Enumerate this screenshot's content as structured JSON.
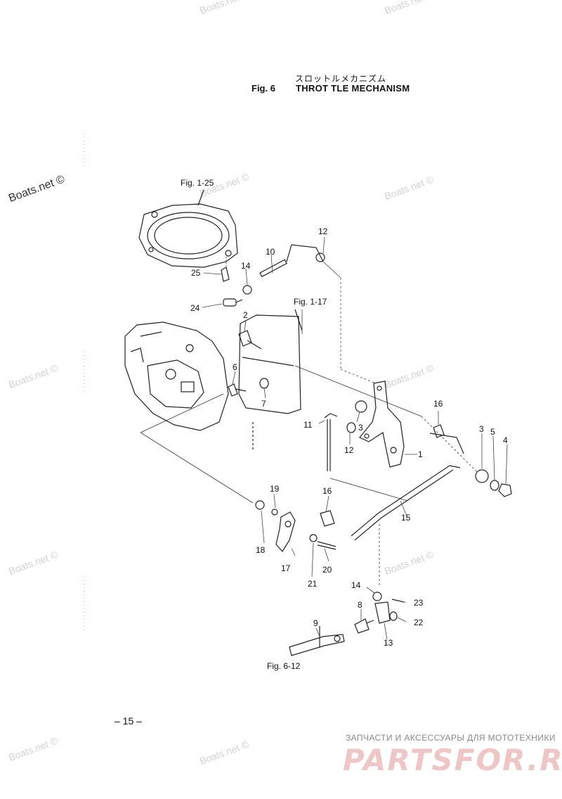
{
  "header": {
    "title_jp": "スロットルメカニズム",
    "fig_label": "Fig. 6",
    "title": "THROT TLE MECHANISM"
  },
  "diagram": {
    "callouts": [
      "1",
      "2",
      "3",
      "3",
      "4",
      "5",
      "6",
      "7",
      "8",
      "9",
      "10",
      "11",
      "12",
      "12",
      "13",
      "14",
      "14",
      "15",
      "16",
      "16",
      "17",
      "18",
      "19",
      "20",
      "21",
      "22",
      "23",
      "24",
      "25"
    ],
    "references": [
      "Fig. 1-25",
      "Fig. 1-17",
      "Fig. 6-12"
    ]
  },
  "footer": {
    "page_number": "– 15 –"
  },
  "watermarks": {
    "boats": "Boats.net ©",
    "shop_tagline": "ЗАПЧАСТИ И АКСЕССУАРЫ ДЛЯ МОТОТЕХНИКИ",
    "shop_logo": "PARTSFOR.RU"
  }
}
